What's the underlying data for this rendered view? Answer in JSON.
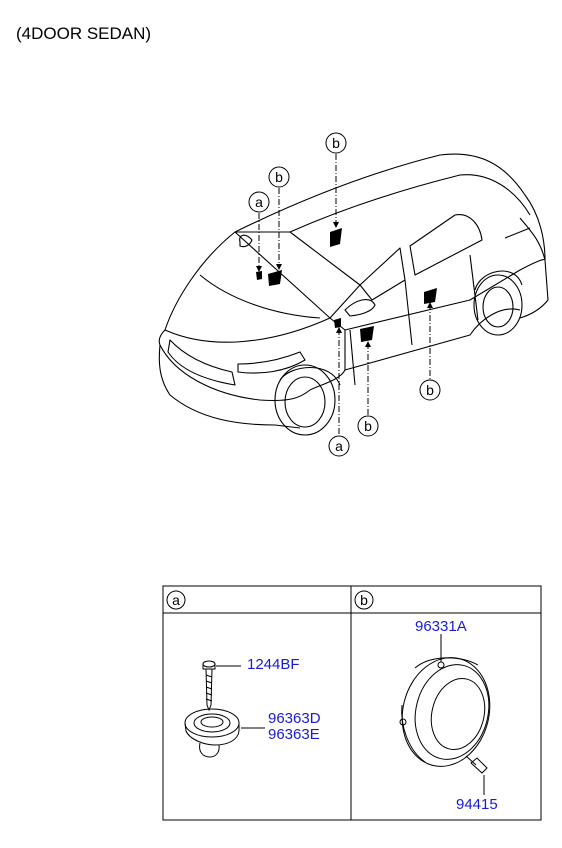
{
  "title": "(4DOOR SEDAN)",
  "callout_letters": {
    "a": "a",
    "b": "b"
  },
  "table": {
    "header_a": "a",
    "header_b": "b",
    "cell_a": {
      "parts": [
        "1244BF",
        "96363D",
        "96363E"
      ]
    },
    "cell_b": {
      "parts": [
        "96331A",
        "94415"
      ]
    }
  },
  "colors": {
    "part_number": "#1a1ad6",
    "line": "#000000"
  }
}
